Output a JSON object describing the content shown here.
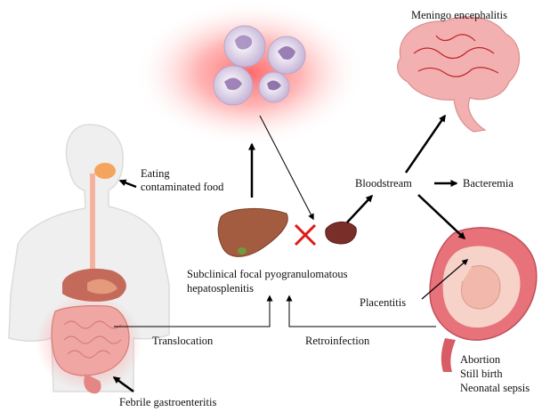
{
  "labels": {
    "meningo": "Meningo encephalitis",
    "eating_1": "Eating",
    "eating_2": "contaminated food",
    "bloodstream": "Bloodstream",
    "bacteremia": "Bacteremia",
    "subclinical_1": "Subclinical focal pyogranulomatous",
    "subclinical_2": "hepatosplenitis",
    "placentitis": "Placentitis",
    "translocation": "Translocation",
    "retroinfection": "Retroinfection",
    "outcomes": [
      "Abortion",
      "Still birth",
      "Neonatal sepsis"
    ],
    "gastro": "Febrile gastroenteritis"
  },
  "colors": {
    "inflammation_glow": "#ff5a5a",
    "liver": "#a05a3c",
    "spleen": "#7a2f2a",
    "brain": "#f1a9a9",
    "block_cross": "#e0191b",
    "uterus": "#e56b72",
    "body_outline": "#e4e4e4"
  },
  "icons": [
    "neutrophil-cells-icon",
    "brain-icon",
    "human-body-icon",
    "liver-icon",
    "spleen-icon",
    "blocked-cross-icon",
    "pregnant-uterus-icon"
  ]
}
